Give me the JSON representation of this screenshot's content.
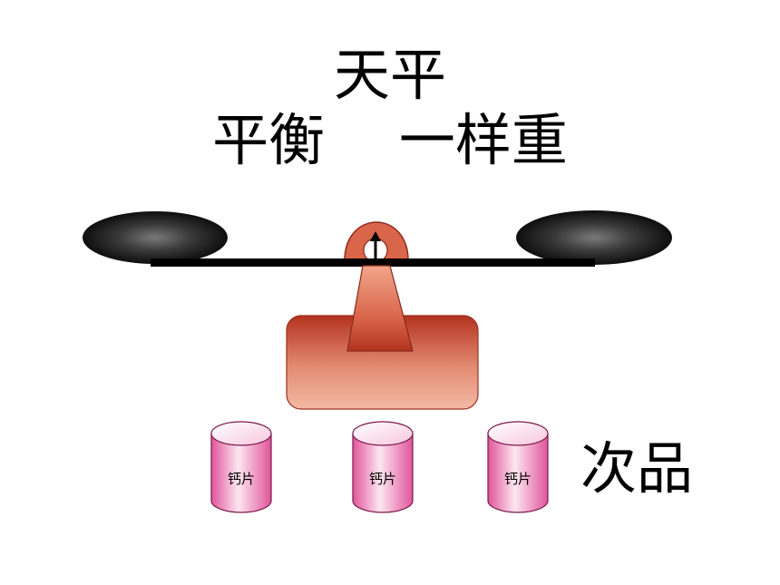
{
  "title_line_1": "天平",
  "title_line_2": "平衡　 一样重",
  "side_label": "次品",
  "cans": [
    {
      "label": "钙片"
    },
    {
      "label": "钙片"
    },
    {
      "label": "钙片"
    }
  ],
  "colors": {
    "pan_dark": "#111111",
    "beam": "#000000",
    "base_light": "#f2b39e",
    "base_dark": "#b3321f",
    "can_pink": "#e0559b",
    "can_light": "#fde6f1"
  }
}
